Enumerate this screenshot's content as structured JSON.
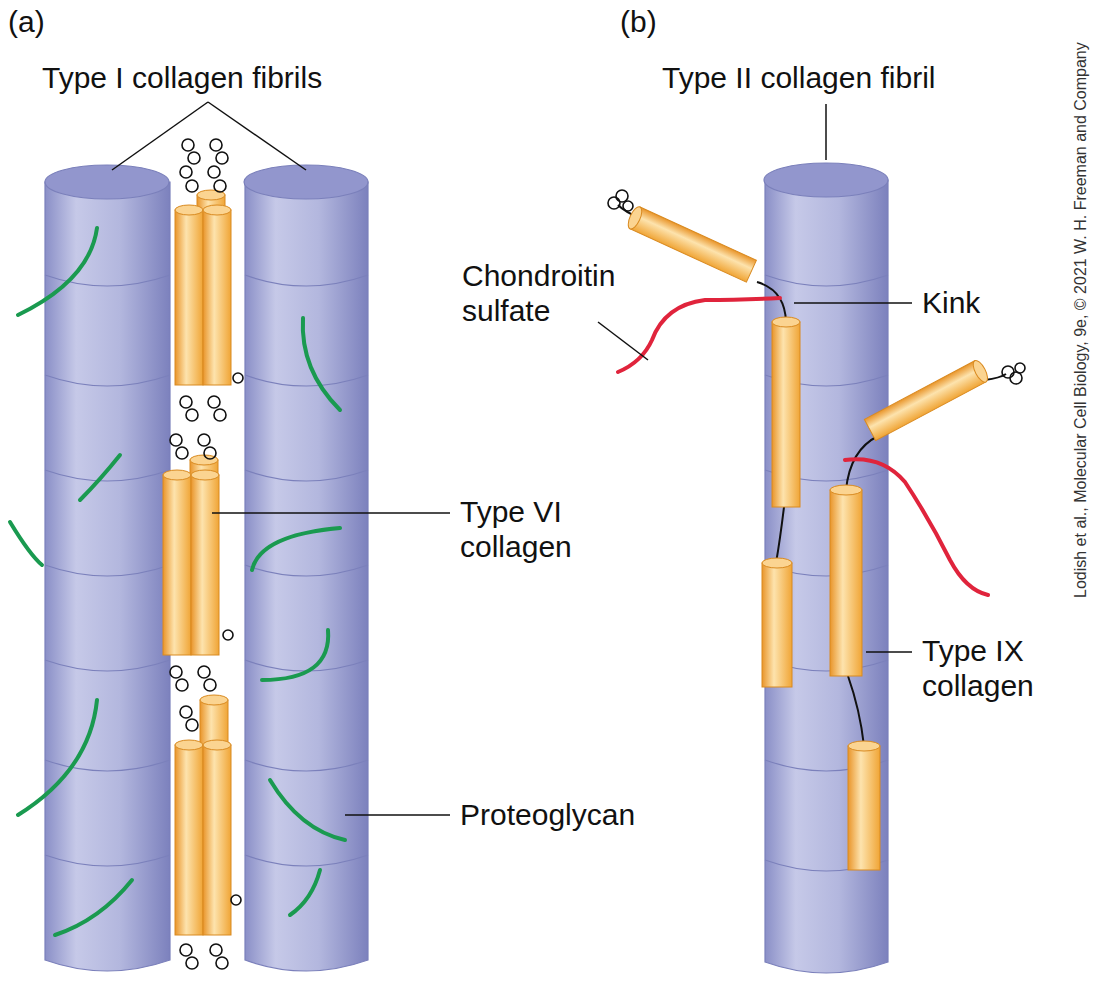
{
  "diagram": {
    "labels": [
      "(a)",
      "(b)",
      "Type I collagen fibrils",
      "Type VI collagen",
      "Proteoglycan",
      "Type II collagen fibril",
      "Chondroitin sulfate",
      "Kink",
      "Type IX collagen",
      "Lodish et al., Molecular Cell Biology, 9e, © 2021 W. H. Freeman and Company"
    ]
  }
}
